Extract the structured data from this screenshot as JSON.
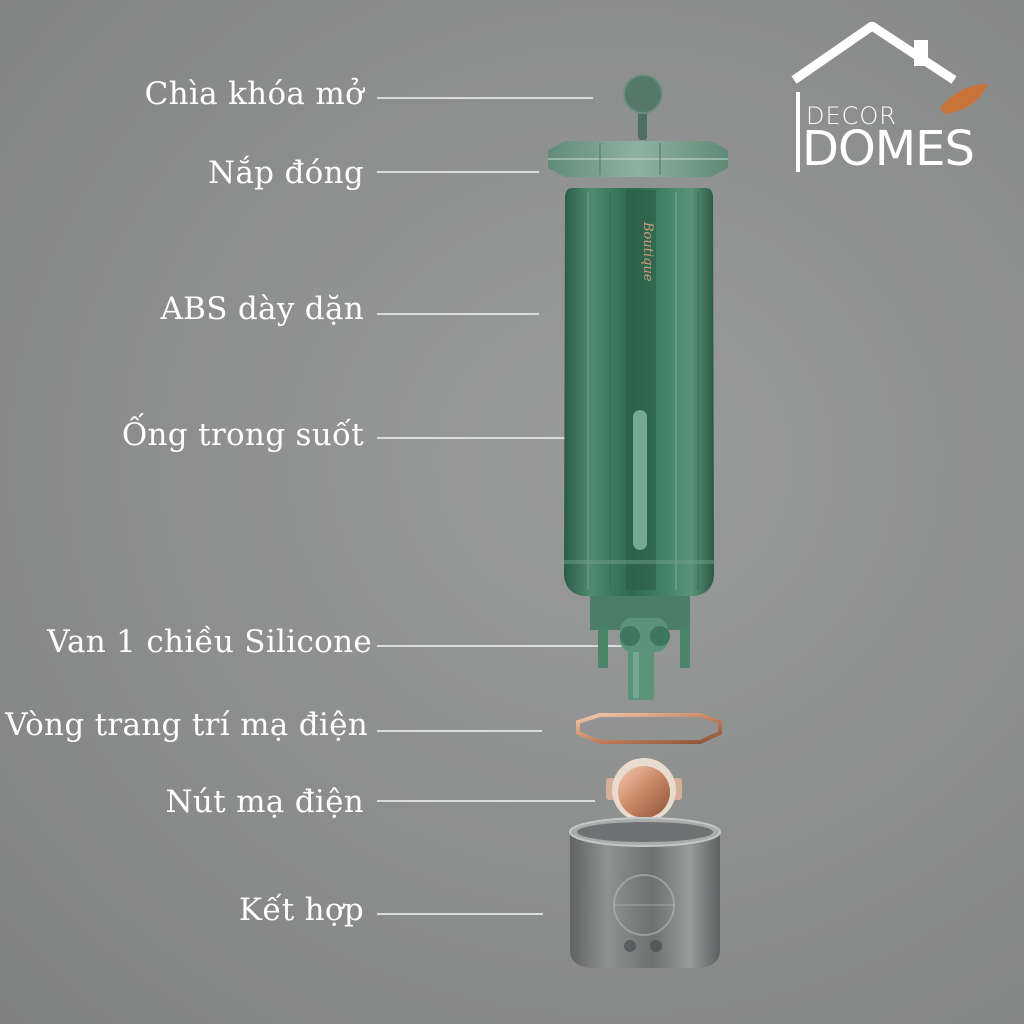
{
  "brand": {
    "line1": "DECOR",
    "line2": "DOMES",
    "house_icon": "house-roof-icon",
    "leaf_icon": "leaf-icon",
    "leaf_color": "#c8733a"
  },
  "parts": [
    {
      "id": "key",
      "label": "Chìa khóa mở"
    },
    {
      "id": "lid",
      "label": "Nắp đóng"
    },
    {
      "id": "body",
      "label": "ABS dày dặn"
    },
    {
      "id": "tube",
      "label": "Ống trong suốt"
    },
    {
      "id": "valve",
      "label": "Van 1 chiều Silicone"
    },
    {
      "id": "ring",
      "label": "Vòng trang trí mạ điện"
    },
    {
      "id": "button",
      "label": "Nút mạ điện"
    },
    {
      "id": "base",
      "label": "Kết hợp"
    }
  ],
  "product_text": "Boutique",
  "colors": {
    "body_green": "#2f6b52",
    "accent_copper": "#d89a78",
    "label": "#ffffff"
  }
}
